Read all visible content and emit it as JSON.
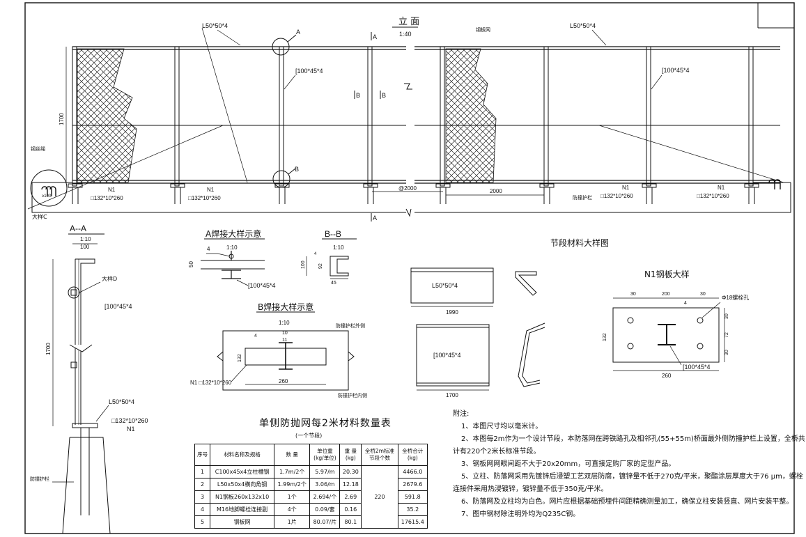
{
  "elevation": {
    "title": "立  面",
    "scale": "1:40",
    "angle_label_left": "L50*50*4",
    "angle_label_right": "L50*50*4",
    "detail_a_marker": "A",
    "detail_b_marker": "B",
    "post_label_1": "[100*45*4",
    "post_label_2": "[100*45*4",
    "mesh_label": "钢板网",
    "wire_rope_label": "钢丝绳",
    "height_dim": "1700",
    "section_a_top": "A",
    "section_a_bottom": "A",
    "section_b_left": "B",
    "section_b_right": "B",
    "n1_label_1": "N1",
    "n1_plate_1": "□132*10*260",
    "n1_label_2": "N1",
    "n1_plate_2": "□132*10*260",
    "n1_label_3": "N1",
    "n1_plate_3": "□132*10*260",
    "n1_label_4": "N1",
    "n1_plate_4": "□132*10*260",
    "span_left": "@2000",
    "span_right": "2000",
    "barrier_label": "防撞护栏",
    "detail_c_label": "大样C",
    "small_dim": "≥100"
  },
  "section_aa": {
    "title": "A--A",
    "scale": "1:10",
    "width_dim": "100",
    "detail_d": "大样D",
    "post_label": "[100*45*4",
    "height_dim": "1700",
    "angle_label": "L50*50*4",
    "plate_label": "□132*10*260",
    "n1": "N1",
    "barrier_label": "防撞护栏"
  },
  "weld_a": {
    "title": "A焊接大样示意",
    "scale": "1:10",
    "weld": "4",
    "dim_left": "50",
    "post_label": "[100*45*4"
  },
  "section_bb": {
    "title": "B--B",
    "scale": "1:10",
    "dim_h": "100",
    "dim_inner": "92",
    "dim_w": "45",
    "dim_t": "4"
  },
  "weld_b": {
    "title": "B焊接大样示意",
    "scale": "1:10",
    "outer_label": "防撞护栏外侧",
    "inner_label": "防撞护栏内侧",
    "weld": "4",
    "dim_10": "10",
    "dim_11": "11",
    "dim_132": "132",
    "dim_260": "260",
    "plate_label": "N1 □132*10*260"
  },
  "segment_detail": {
    "title": "节段材料大样图",
    "angle_label": "L50*50*4",
    "angle_len": "1990",
    "channel_label": "[100*45*4",
    "channel_len": "1700"
  },
  "n1_detail": {
    "title": "N1钢板大样",
    "bolt_label": "Φ18螺栓孔",
    "dim_30a": "30",
    "dim_200": "200",
    "dim_30b": "30",
    "weld": "4",
    "dim_132": "132",
    "dim_30c": "30",
    "dim_72": "72",
    "dim_30d": "30",
    "dim_260": "260",
    "post_label": "[100*45*4"
  },
  "table": {
    "title": "单侧防抛网每2米材料数量表",
    "subtitle": "(一个节段)",
    "headers": [
      "序号",
      "材料名称及规格",
      "数 量",
      "单位重\n(kg/单位)",
      "重 量\n(kg)",
      "全桥2m标准\n节段个数",
      "全桥合计\n(kg)"
    ],
    "rows": [
      [
        "1",
        "C100x45x4立柱槽钢",
        "1.7m/2个",
        "5.97/m",
        "20.30",
        "4466.0"
      ],
      [
        "2",
        "L50x50x4横向角钢",
        "1.99m/2个",
        "3.06/m",
        "12.18",
        "2679.6"
      ],
      [
        "3",
        "N1钢板260x132x10",
        "1个",
        "2.694/个",
        "2.69",
        "591.8"
      ],
      [
        "4",
        "M16地脚螺栓连接副",
        "4个",
        "0.09/套",
        "0.16",
        "35.2"
      ],
      [
        "5",
        "钢板网",
        "1片",
        "80.07/片",
        "80.1",
        "17615.4"
      ]
    ],
    "segment_count": "220"
  },
  "notes": {
    "heading": "附注:",
    "lines": [
      "1、本图尺寸均以毫米计。",
      "2、本图每2m作为一个设计节段，本防落网在跨铁路孔及相邻孔(55+55m)桥面最外侧防撞护栏上设置，全桥共",
      "计有220个2米长标准节段。",
      "3、钢板网网眼间距不大于20x20mm，可直接定购厂家的定型产品。",
      "5、立柱、防落网采用先镀锌后浸塑工艺双层防腐，镀锌量不低于270克/平米，聚酯涂层厚度大于76 μm，螺栓",
      "连接件采用热浸镀锌，镀锌量不低于350克/平米。",
      "6、防落网及立柱均为白色。网片应根据基础预埋件间距精确测量加工，确保立柱安装竖直、网片安装平整。",
      "7、图中钢材除注明外均为Q235C钢。"
    ]
  }
}
